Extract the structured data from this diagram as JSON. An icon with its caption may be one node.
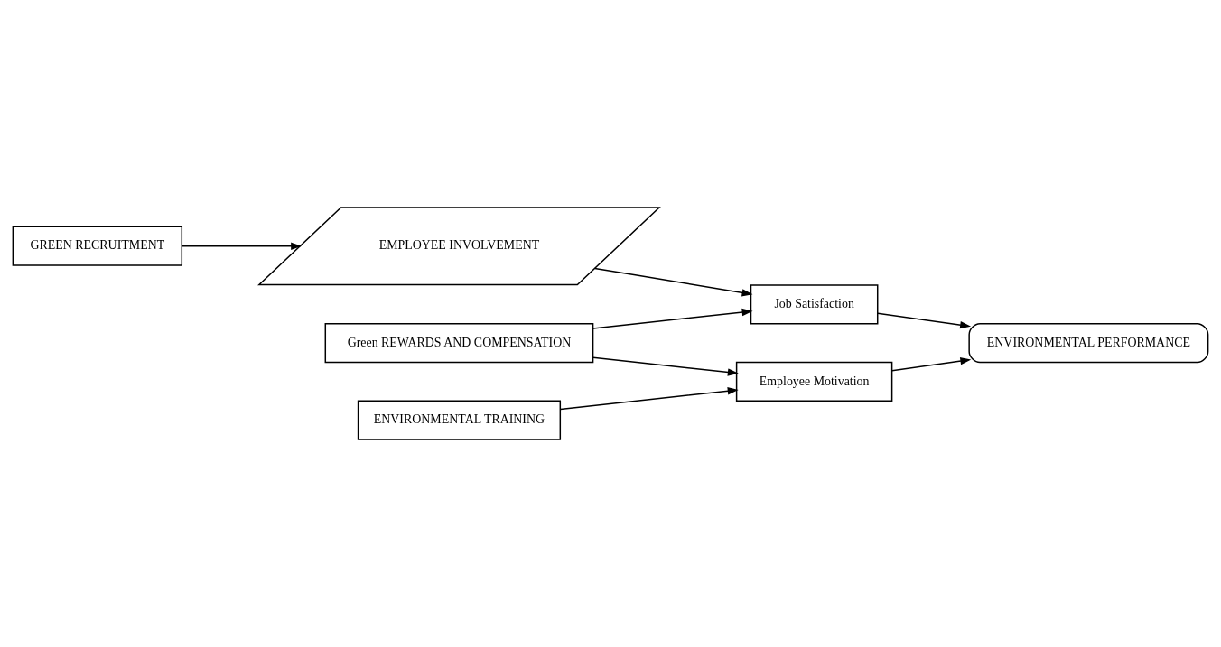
{
  "diagram": {
    "nodes": [
      {
        "text": [
          "GREEN RECRUITMENT"
        ]
      },
      {
        "text": [
          "EMPLOYEE INVOLVEMENT"
        ]
      },
      {
        "text": [
          "Job Satisfaction"
        ]
      },
      {
        "text": [
          "Green REWARDS AND COMPENSATION"
        ]
      },
      {
        "text": [
          "ENVIRONMENTAL PERFORMANCE"
        ]
      },
      {
        "text": [
          "ENVIRONMENTAL TRAINING"
        ]
      },
      {
        "text": [
          "Employee Motivation"
        ]
      }
    ],
    "edges": [
      {
        "from": 0,
        "to": 1,
        "arrow": "to"
      },
      {
        "from": 1,
        "to": 2,
        "arrow": "to"
      },
      {
        "from": 3,
        "to": 2,
        "arrow": "to"
      },
      {
        "from": 3,
        "to": 6,
        "arrow": "to"
      },
      {
        "from": 5,
        "to": 6,
        "arrow": "to"
      },
      {
        "from": 2,
        "to": 4,
        "arrow": "to"
      },
      {
        "from": 6,
        "to": 4,
        "arrow": "to"
      }
    ]
  }
}
